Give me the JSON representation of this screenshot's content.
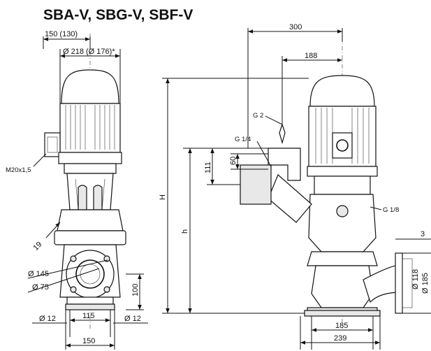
{
  "title": "SBA-V, SBG-V, SBF-V",
  "left_view": {
    "dim_150_130": "150 (130)",
    "dim_d218": "Ø 218 (Ø 176)*",
    "label_m20": "M20x1,5",
    "dim_19": "19",
    "dim_d145": "Ø 145",
    "dim_d75": "Ø 75",
    "dim_100": "100",
    "dim_115": "115",
    "dim_d12_left": "Ø 12",
    "dim_d12_right": "Ø 12",
    "dim_150_bottom": "150"
  },
  "right_view": {
    "dim_300": "300",
    "dim_188": "188",
    "label_g2": "G 2",
    "label_g14": "G 1/4",
    "label_g18": "G 1/8",
    "dim_111": "111",
    "dim_60": "60",
    "dim_H": "H",
    "dim_h": "h",
    "dim_3": "3",
    "dim_d118": "Ø 118",
    "dim_d185": "Ø 185",
    "dim_185": "185",
    "dim_239": "239"
  }
}
